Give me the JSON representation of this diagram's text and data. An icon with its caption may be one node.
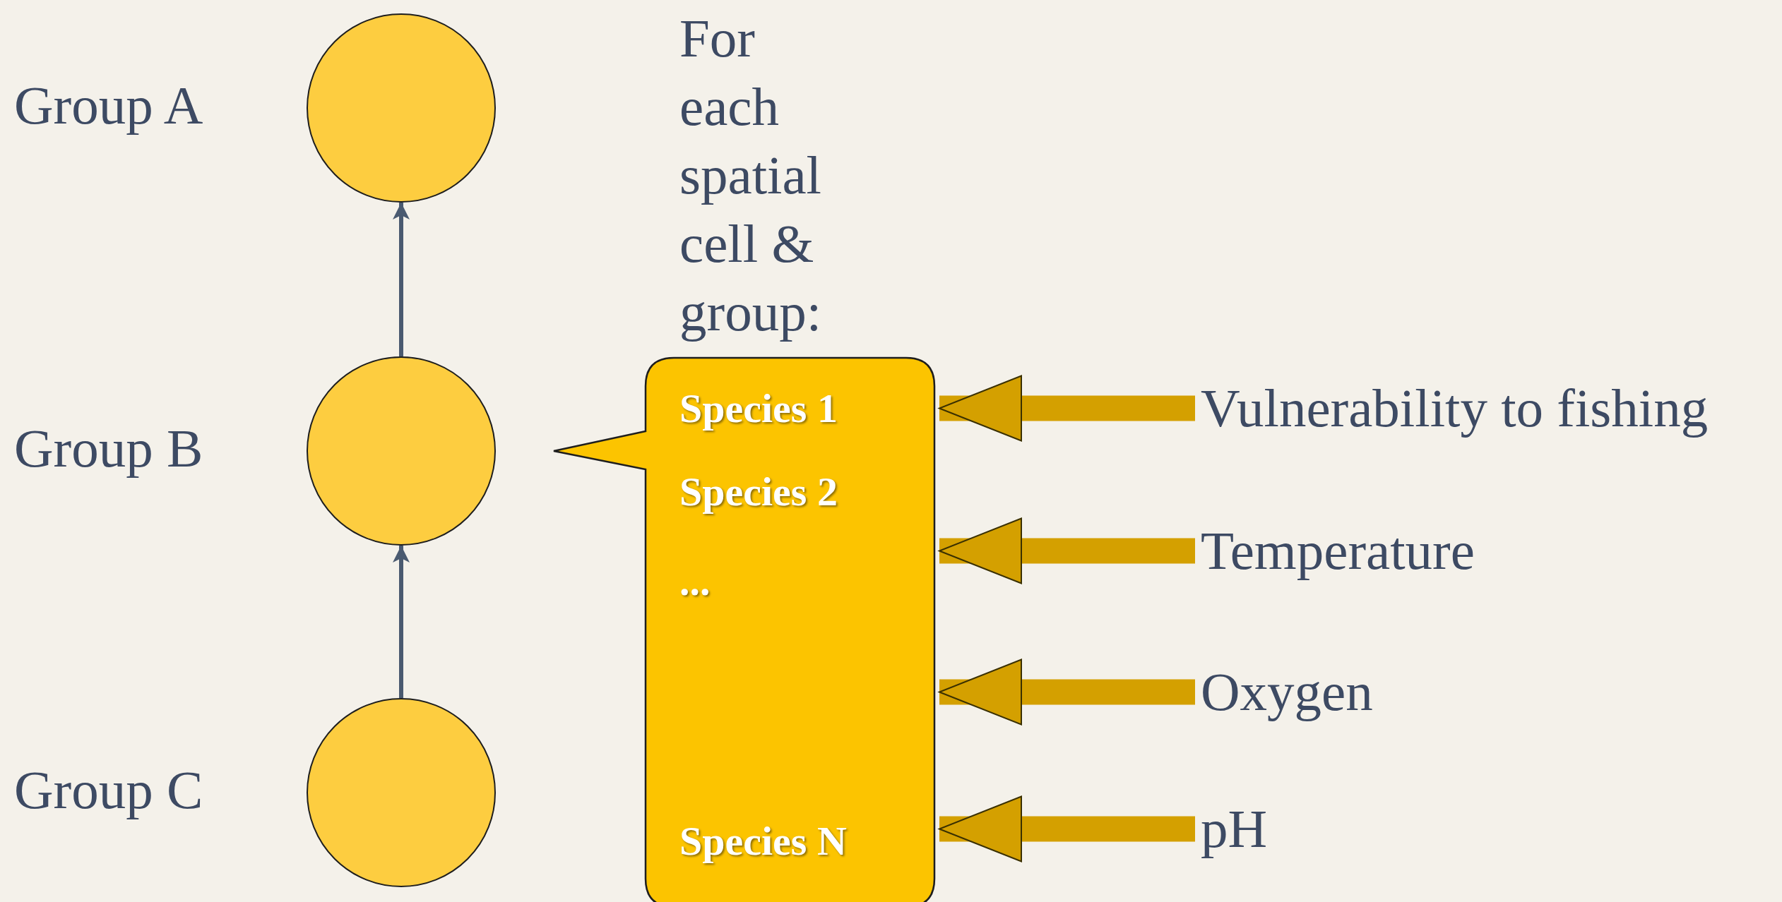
{
  "diagram": {
    "nodes": [
      {
        "text": [],
        "shape": "circle",
        "beside": [
          "Group A"
        ]
      },
      {
        "text": [],
        "shape": "circle",
        "beside": [
          "Group B"
        ]
      },
      {
        "text": [],
        "shape": "circle",
        "beside": [
          "Group C"
        ]
      },
      {
        "text": [
          "Species 1",
          "Species 2",
          "...",
          "Species N"
        ]
      },
      {
        "text": [
          "Vulnerability to fishing"
        ]
      },
      {
        "text": [
          "Temperature"
        ]
      },
      {
        "text": [
          "Oxygen"
        ]
      },
      {
        "text": [
          "pH"
        ]
      }
    ],
    "edges": [
      {
        "from": 2,
        "to": 1,
        "arrow": "to",
        "color": "#4a5a70"
      },
      {
        "from": 1,
        "to": 0,
        "arrow": "to",
        "color": "#4a5a70"
      },
      {
        "from": 4,
        "to": 3,
        "arrow": "to"
      },
      {
        "from": 5,
        "to": 3,
        "arrow": "to"
      },
      {
        "from": 6,
        "to": 3,
        "arrow": "to"
      },
      {
        "from": 7,
        "to": 3,
        "arrow": "to"
      }
    ],
    "labels": [
      "For each spatial cell & group:"
    ]
  }
}
